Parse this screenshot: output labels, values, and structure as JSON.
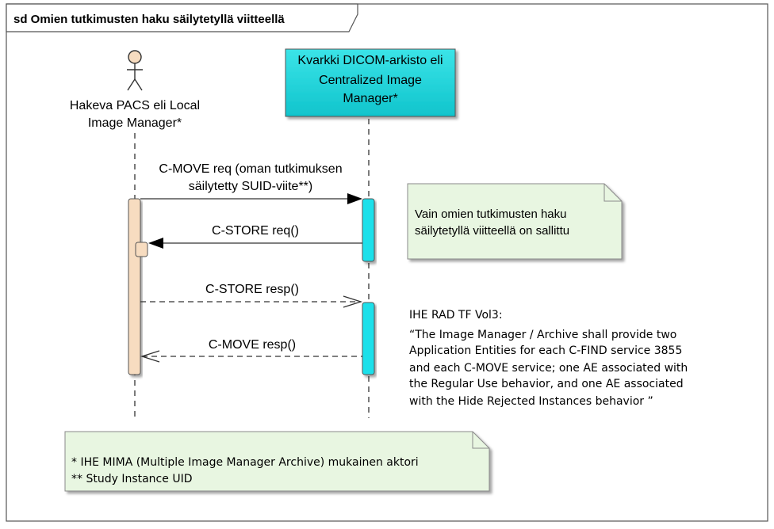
{
  "frame": {
    "title": "sd Omien tutkimusten haku säilytetyllä viitteellä"
  },
  "lifelines": [
    {
      "kind": "actor",
      "label_lines": [
        "Hakeva PACS eli Local",
        "Image Manager*"
      ]
    },
    {
      "kind": "component",
      "label_lines": [
        "Kvarkki DICOM-arkisto eli",
        "Centralized Image",
        "Manager*"
      ]
    }
  ],
  "messages": [
    {
      "type": "synchronous",
      "from": 0,
      "to": 1,
      "label_lines": [
        "C-MOVE req (oman tutkimuksen",
        "säilytetty SUID-viite**)"
      ]
    },
    {
      "type": "synchronous",
      "from": 1,
      "to": 0,
      "label_lines": [
        "C-STORE req()"
      ]
    },
    {
      "type": "reply",
      "from": 0,
      "to": 1,
      "label_lines": [
        "C-STORE resp()"
      ]
    },
    {
      "type": "reply",
      "from": 1,
      "to": 0,
      "label_lines": [
        "C-MOVE resp()"
      ]
    }
  ],
  "notes": [
    {
      "lines": [
        "Vain omien tutkimusten haku",
        "säilytetyllä viitteellä on sallittu"
      ]
    },
    {
      "lines": [
        "* IHE MIMA (Multiple Image Manager Archive) mukainen aktori",
        "** Study Instance UID"
      ]
    }
  ],
  "annotation": {
    "lines": [
      "IHE RAD TF Vol3:",
      "“The Image Manager / Archive shall provide two",
      "Application Entities for each C-FIND service 3855",
      "and each C-MOVE service; one AE associated with",
      "the Regular Use behavior, and one AE associated",
      "with the Hide Rejected Instances behavior ”"
    ]
  },
  "colors": {
    "actor_fill": "#f7dcc0",
    "activation_left_fill": "#f7dcc0",
    "component_fill": "#21d3d8",
    "activation_right_fill": "#1fe0ea",
    "note_fill": "#e8f6e1",
    "note_border": "#8a8a8a",
    "frame_border": "#555555"
  }
}
